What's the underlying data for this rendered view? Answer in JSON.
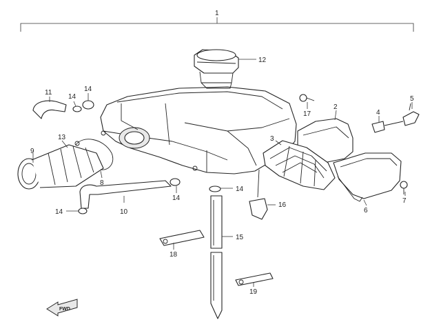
{
  "callouts": {
    "c1": "1",
    "c2": "2",
    "c3": "3",
    "c4": "4",
    "c5": "5",
    "c6": "6",
    "c7": "7",
    "c8": "8",
    "c9": "9",
    "c10": "10",
    "c11": "11",
    "c12": "12",
    "c13": "13",
    "c14a": "14",
    "c14b": "14",
    "c14c": "14",
    "c14d": "14",
    "c15": "15",
    "c16": "16",
    "c17": "17",
    "c18": "18",
    "c19": "19"
  },
  "fwd_arrow": {
    "label": "FWD",
    "icon": "forward-arrow-icon"
  }
}
